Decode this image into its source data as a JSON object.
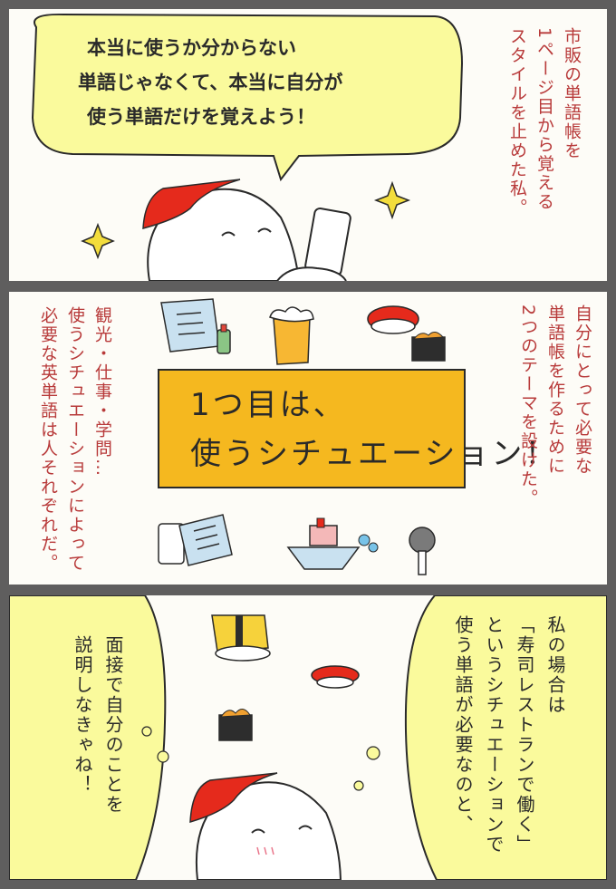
{
  "panel1": {
    "speech_lines": [
      "本当に使うか分からない",
      "単語じゃなくて、本当に自分が",
      "使う単語だけを覚えよう！"
    ],
    "narration_cols": [
      "市販の単語帳を",
      "1ページ目から覚える",
      "スタイルを止めた私。"
    ]
  },
  "panel2": {
    "right_cols": [
      "自分にとって必要な",
      "単語帳を作るために",
      "2つのテーマを設けた。"
    ],
    "left_cols": [
      "観光・仕事・学問…",
      "使うシチュエーションによって",
      "必要な英単語は人それぞれだ。"
    ],
    "banner_lines": [
      "1つ目は、",
      "使うシチュエーション！"
    ]
  },
  "panel3": {
    "right_cols": [
      "私の場合は",
      "「寿司レストランで働く」",
      "というシチュエーションで",
      "使う単語が必要なのと、"
    ],
    "left_cols": [
      "面接で自分のことを",
      "説明しなきゃね！"
    ]
  },
  "colors": {
    "frame": "#5f5e5e",
    "bubble": "#fafa9c",
    "banner": "#f5b81f",
    "text_red": "#b83a3a",
    "hat_red": "#e52a1c"
  }
}
